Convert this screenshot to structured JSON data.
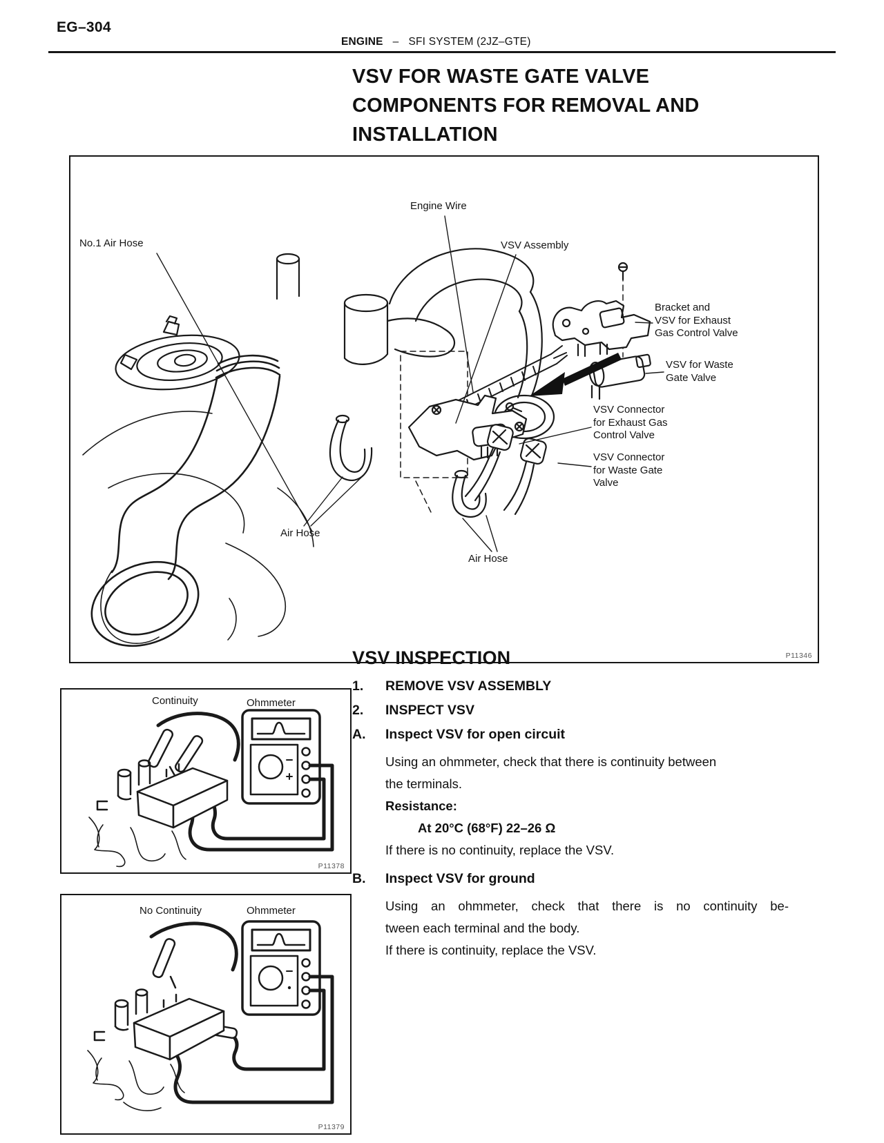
{
  "page": {
    "code": "EG–304",
    "header": {
      "section": "ENGINE",
      "separator": "–",
      "system": "SFI SYSTEM (2JZ–GTE)"
    },
    "title_lines": [
      "VSV FOR WASTE GATE VALVE",
      "COMPONENTS FOR REMOVAL AND",
      "INSTALLATION"
    ]
  },
  "figure_main": {
    "code": "P11346",
    "labels": {
      "no1_air_hose": "No.1 Air Hose",
      "engine_wire": "Engine Wire",
      "vsv_assembly": "VSV Assembly",
      "bracket_vsv": [
        "Bracket and",
        "VSV for Exhaust",
        "Gas Control Valve"
      ],
      "vsv_waste_gate": [
        "VSV for Waste",
        "Gate Valve"
      ],
      "vsv_connector_exhaust": [
        "VSV Connector",
        "for Exhaust Gas",
        "Control Valve"
      ],
      "vsv_connector_waste": [
        "VSV Connector",
        "for Waste Gate",
        "Valve"
      ],
      "air_hose_left": "Air Hose",
      "air_hose_right": "Air Hose"
    }
  },
  "figure_continuity": {
    "code": "P11378",
    "test_label": "Continuity",
    "meter_label": "Ohmmeter"
  },
  "figure_no_continuity": {
    "code": "P11379",
    "test_label": "No Continuity",
    "meter_label": "Ohmmeter"
  },
  "inspection": {
    "heading": "VSV INSPECTION",
    "steps": [
      {
        "num": "1.",
        "text": "REMOVE VSV ASSEMBLY"
      },
      {
        "num": "2.",
        "text": "INSPECT VSV"
      }
    ],
    "sections": [
      {
        "letter": "A.",
        "title": "Inspect VSV for open circuit",
        "body1": "Using an ohmmeter, check that there is continuity between",
        "body2": "the terminals.",
        "spec_label": "Resistance:",
        "spec_value": "At 20°C (68°F) 22–26 Ω",
        "note": "If there is no continuity, replace the VSV."
      },
      {
        "letter": "B.",
        "title": "Inspect VSV for ground",
        "body1": "Using an ohmmeter, check that there is no continuity be-",
        "body2": "tween each terminal and the body.",
        "note": "If there is continuity, replace the VSV."
      }
    ]
  }
}
